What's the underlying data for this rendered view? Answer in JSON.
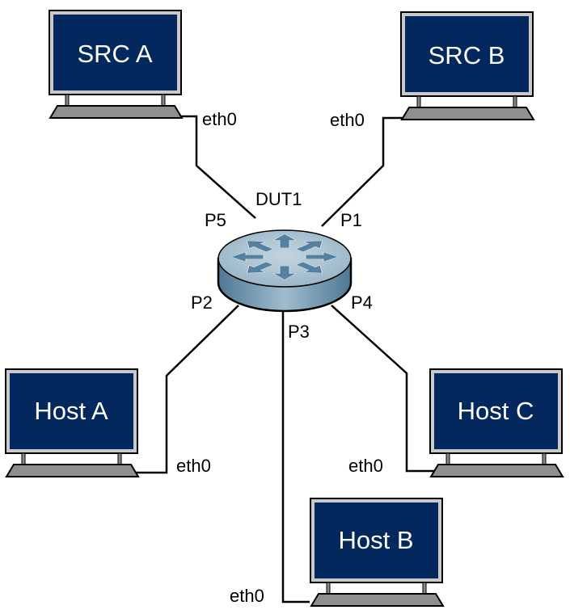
{
  "diagram": {
    "switch": {
      "label": "DUT1",
      "ports": [
        "P1",
        "P2",
        "P3",
        "P4",
        "P5"
      ]
    },
    "nodes": [
      {
        "name": "SRC A",
        "iface": "eth0",
        "port": "P5"
      },
      {
        "name": "SRC B",
        "iface": "eth0",
        "port": "P1"
      },
      {
        "name": "Host A",
        "iface": "eth0",
        "port": "P2"
      },
      {
        "name": "Host B",
        "iface": "eth0",
        "port": "P3"
      },
      {
        "name": "Host C",
        "iface": "eth0",
        "port": "P4"
      }
    ],
    "colors": {
      "screen": "#03285e",
      "bezel": "#c9c9c9",
      "switch_top": "#a7c0d0",
      "switch_side": "#6f97b1",
      "arrow": "#4f7f9f"
    }
  }
}
